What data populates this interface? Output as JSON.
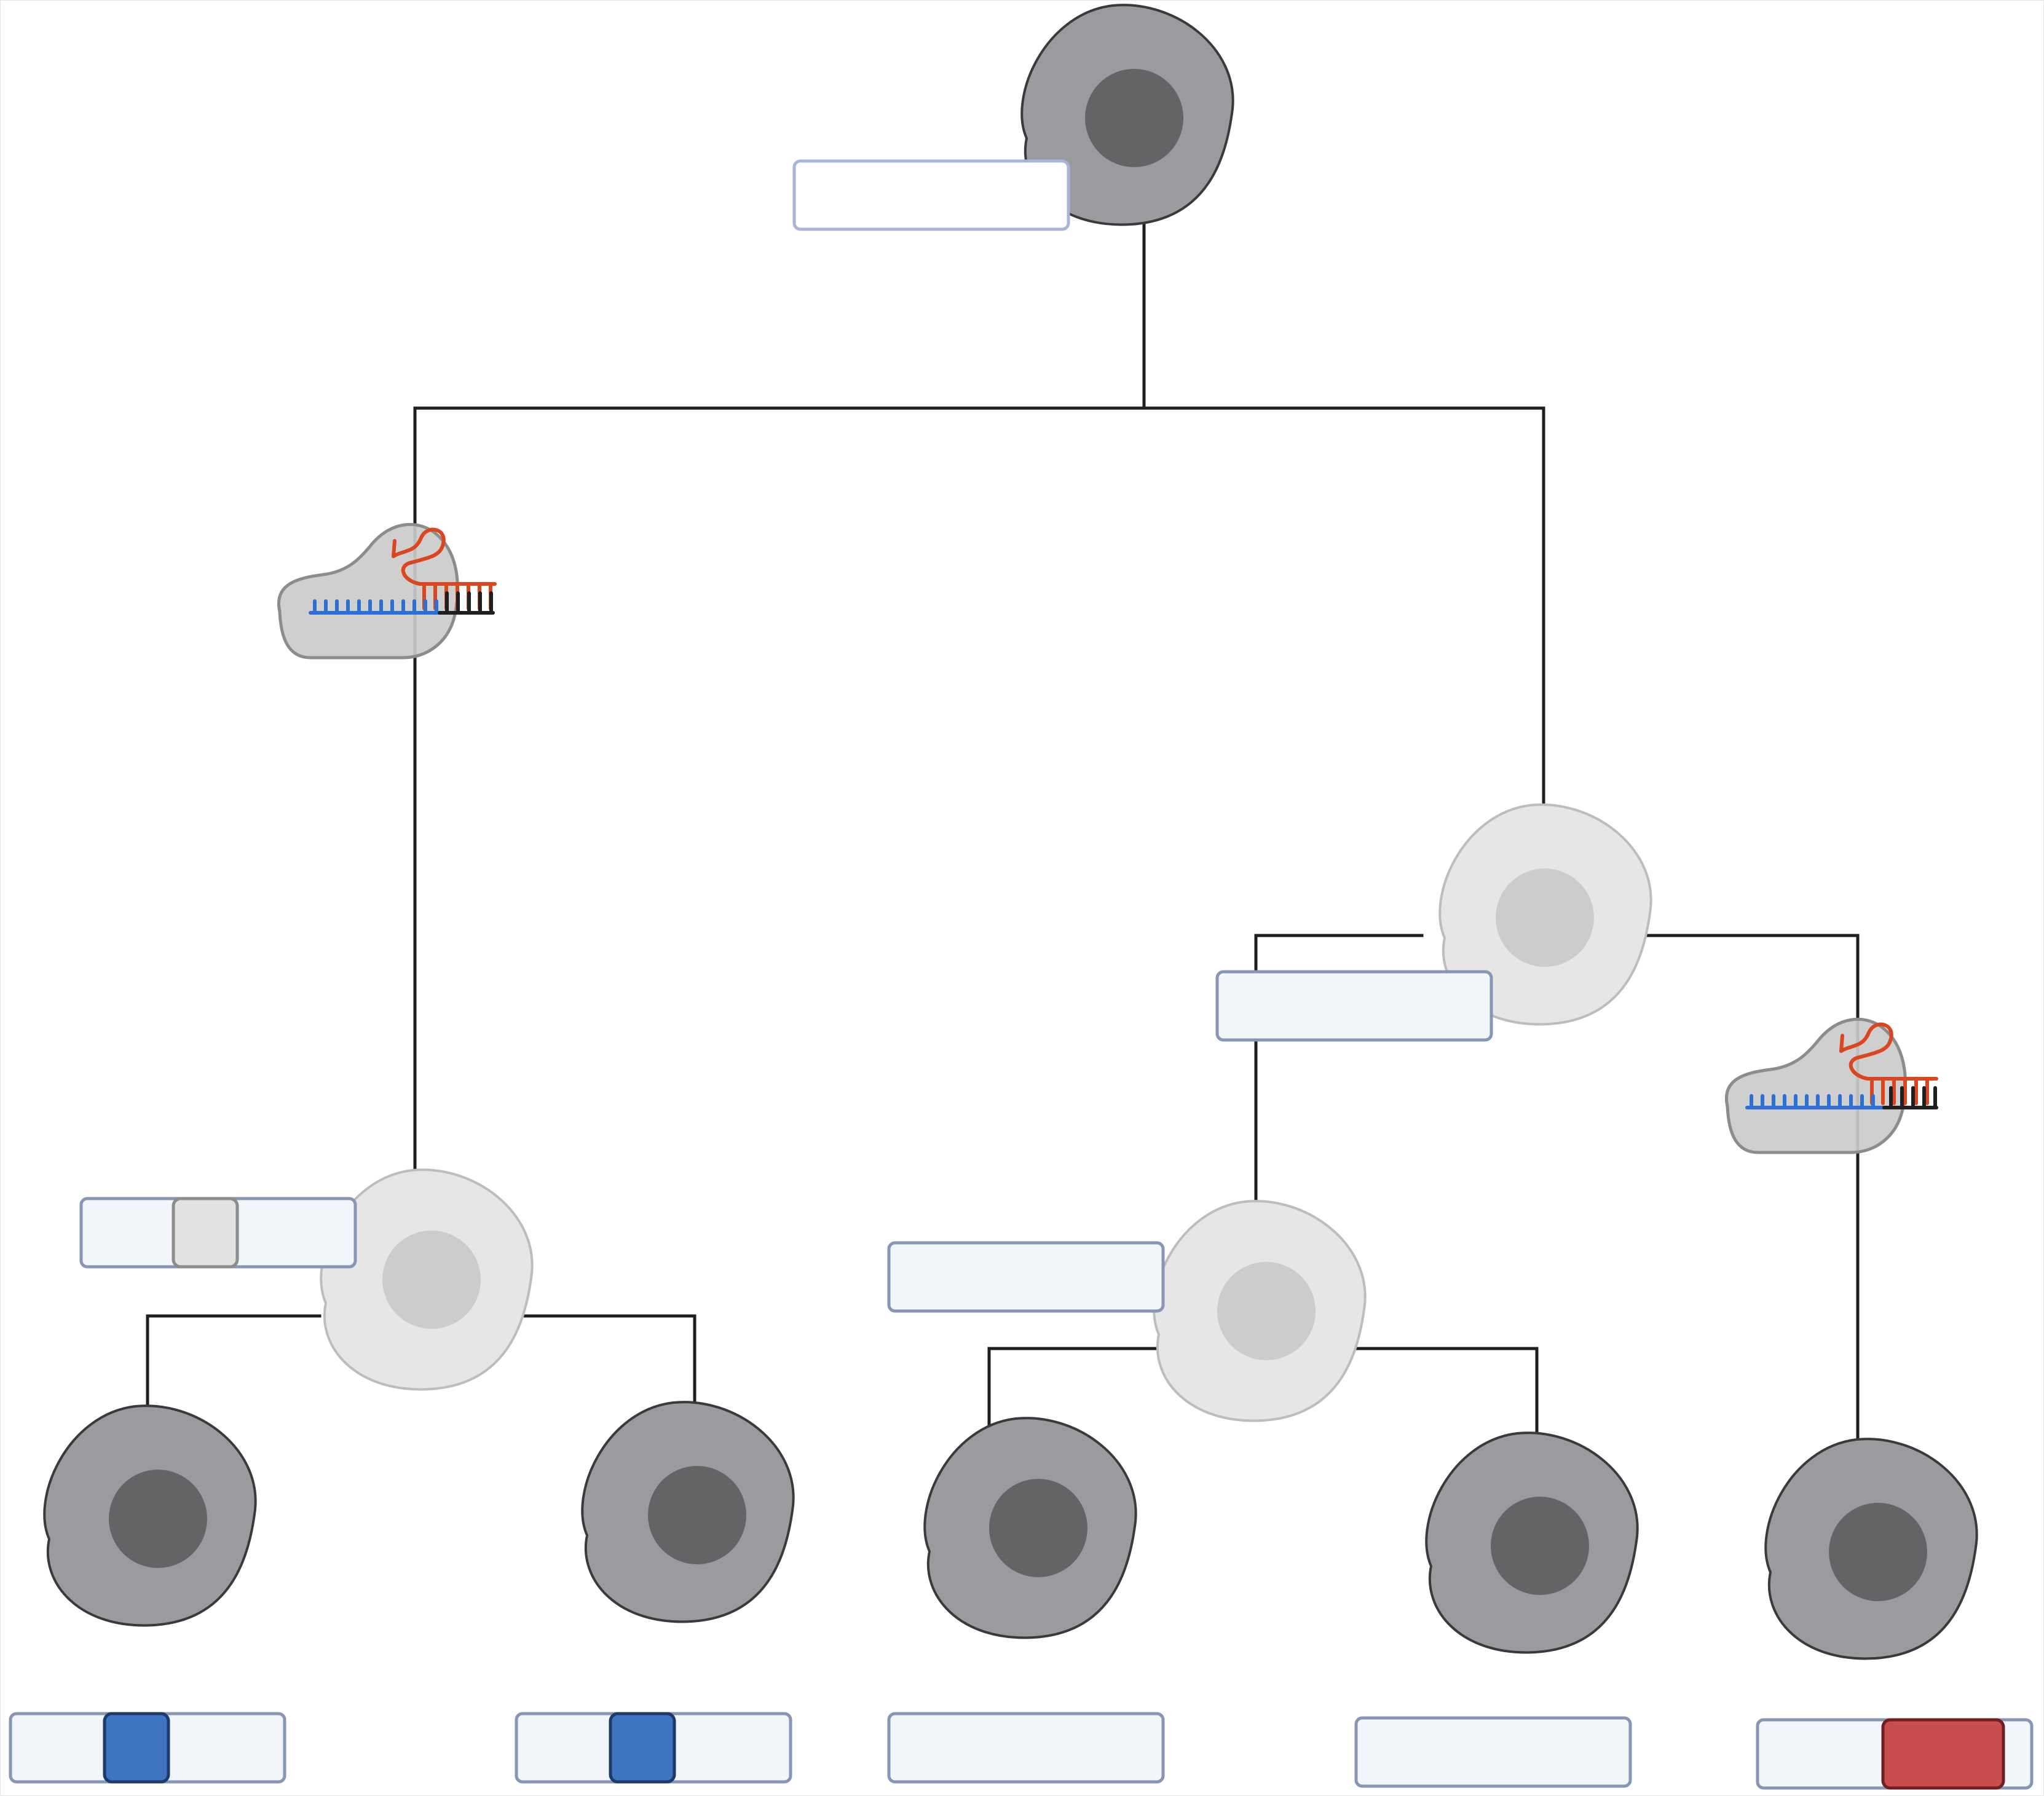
{
  "diagram": {
    "colors": {
      "background": "#ffffff",
      "connector": "#1f1f1f",
      "dark_cell_body": "#9a9b9e",
      "dark_cell_nucleus": "#636466",
      "dark_cell_outline": "#3a3a3a",
      "light_cell_body": "#e6e6e6",
      "light_cell_nucleus": "#cbcccd",
      "light_cell_outline": "#bdbdbd",
      "edit_cell_body": "#cbcbcb",
      "edit_cell_outline": "#8c8c8c",
      "guide_rna": "#d9461f",
      "target_dna": "#2e6fd6",
      "pam_dna": "#1f1f1f",
      "marker_box_fill": "#f2f5fa",
      "marker_box_border": "#8896b5",
      "top_marker_box_fill": "#ffffff",
      "top_marker_box_border": "#a7b6d6",
      "chip_unknown": "#e2e2e2",
      "chip_unknown_border": "#8c8c8c",
      "chip_blue": "#3f74c1",
      "chip_blue_border": "#1c3a6b",
      "chip_red": "#c94d4e",
      "chip_red_border": "#6f1e22"
    },
    "nodes": [
      {
        "id": "root",
        "kind": "dark-cell",
        "marker": "none"
      },
      {
        "id": "edit-left",
        "kind": "crispr-edit-cell"
      },
      {
        "id": "progenitor-right",
        "kind": "light-cell",
        "marker": "none"
      },
      {
        "id": "edit-right",
        "kind": "crispr-edit-cell"
      },
      {
        "id": "progenitor-left",
        "kind": "light-cell",
        "marker": "unknown"
      },
      {
        "id": "progenitor-middle",
        "kind": "light-cell",
        "marker": "none"
      },
      {
        "id": "leaf-1",
        "kind": "dark-cell",
        "marker": "blue"
      },
      {
        "id": "leaf-2",
        "kind": "dark-cell",
        "marker": "blue"
      },
      {
        "id": "leaf-3",
        "kind": "dark-cell",
        "marker": "none"
      },
      {
        "id": "leaf-4",
        "kind": "dark-cell",
        "marker": "none"
      },
      {
        "id": "leaf-5",
        "kind": "dark-cell",
        "marker": "red"
      }
    ],
    "edges": [
      [
        "root",
        "edit-left"
      ],
      [
        "root",
        "progenitor-right"
      ],
      [
        "edit-left",
        "progenitor-left"
      ],
      [
        "progenitor-right",
        "progenitor-middle"
      ],
      [
        "progenitor-right",
        "edit-right"
      ],
      [
        "progenitor-left",
        "leaf-1"
      ],
      [
        "progenitor-left",
        "leaf-2"
      ],
      [
        "progenitor-middle",
        "leaf-3"
      ],
      [
        "progenitor-middle",
        "leaf-4"
      ],
      [
        "edit-right",
        "leaf-5"
      ]
    ]
  }
}
